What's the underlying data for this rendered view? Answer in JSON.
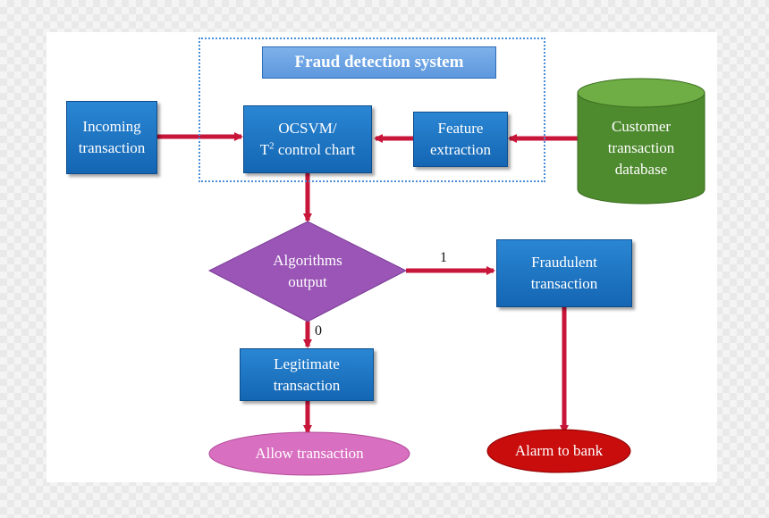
{
  "title": "Fraud detection system",
  "nodes": {
    "incoming": [
      "Incoming",
      "transaction"
    ],
    "ocsvm_line1": "OCSVM/",
    "ocsvm_t": "T",
    "ocsvm_sup": "2",
    "ocsvm_rest": " control chart",
    "feature": [
      "Feature",
      "extraction"
    ],
    "database": [
      "Customer",
      "transaction",
      "database"
    ],
    "decision": [
      "Algorithms",
      "output"
    ],
    "fraudulent": [
      "Fraudulent",
      "transaction"
    ],
    "legitimate": [
      "Legitimate",
      "transaction"
    ],
    "allow": "Allow transaction",
    "alarm": "Alarm to bank"
  },
  "edge_labels": {
    "fraud_branch": "1",
    "legit_branch": "0"
  },
  "colors": {
    "box_blue": "#1a74c4",
    "arrow_red": "#c8163a",
    "decision_purple": "#9a55b6",
    "database_green": "#4e8a2e",
    "allow_pink": "#d96fc0",
    "alarm_red": "#c90c0c",
    "boundary_blue": "#4a8fd6"
  }
}
